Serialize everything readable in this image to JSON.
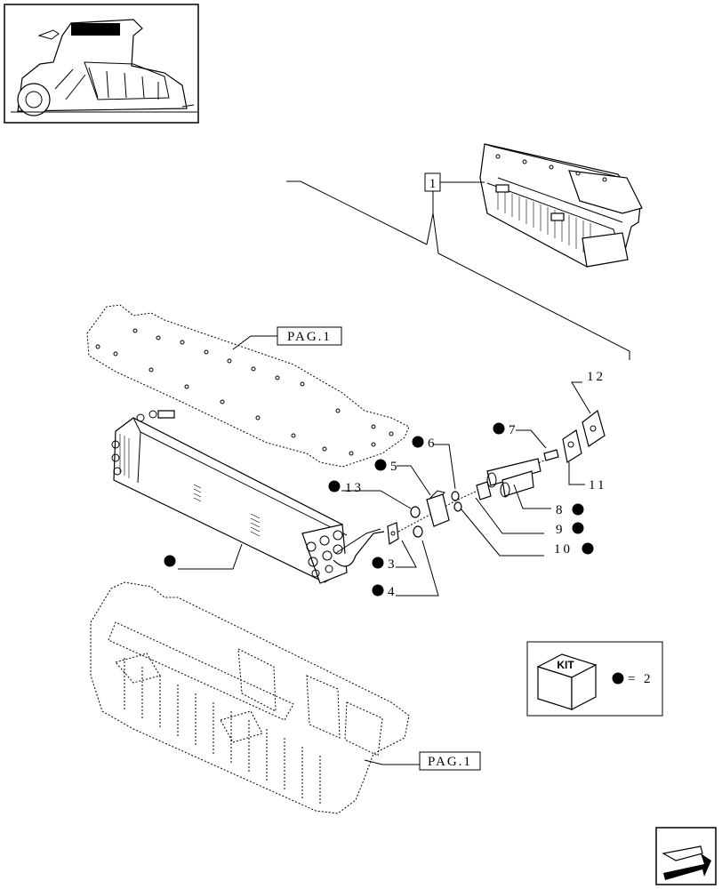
{
  "thumbnail": {
    "icon": "tractor-thumbnail-icon"
  },
  "reference_box": {
    "label": "1"
  },
  "page_refs": [
    {
      "label": "PAG.1"
    },
    {
      "label": "PAG.1"
    }
  ],
  "callouts": [
    {
      "number": "3",
      "kit": true
    },
    {
      "number": "4",
      "kit": true
    },
    {
      "number": "5",
      "kit": true
    },
    {
      "number": "6",
      "kit": true
    },
    {
      "number": "7",
      "kit": true
    },
    {
      "number": "8",
      "kit": true
    },
    {
      "number": "9",
      "kit": true
    },
    {
      "number": "10",
      "kit": true
    },
    {
      "number": "11",
      "kit": false
    },
    {
      "number": "12",
      "kit": false
    },
    {
      "number": "13",
      "kit": true
    },
    {
      "number": "",
      "kit": true
    }
  ],
  "kit_legend": {
    "title": "KIT",
    "equals": "=",
    "value": "2",
    "icon": "kit-box-icon"
  },
  "nav": {
    "icon": "next-page-arrow-icon"
  }
}
